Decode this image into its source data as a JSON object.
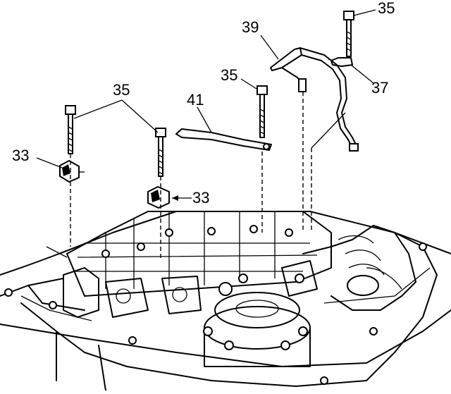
{
  "callouts": {
    "bolt_top_right": "35",
    "pipe": "39",
    "bolt_mid": "35",
    "bracket_bolt": "37",
    "bolt_left_group": "35",
    "bracket": "41",
    "clip_left": "33",
    "clip_center": "33"
  }
}
